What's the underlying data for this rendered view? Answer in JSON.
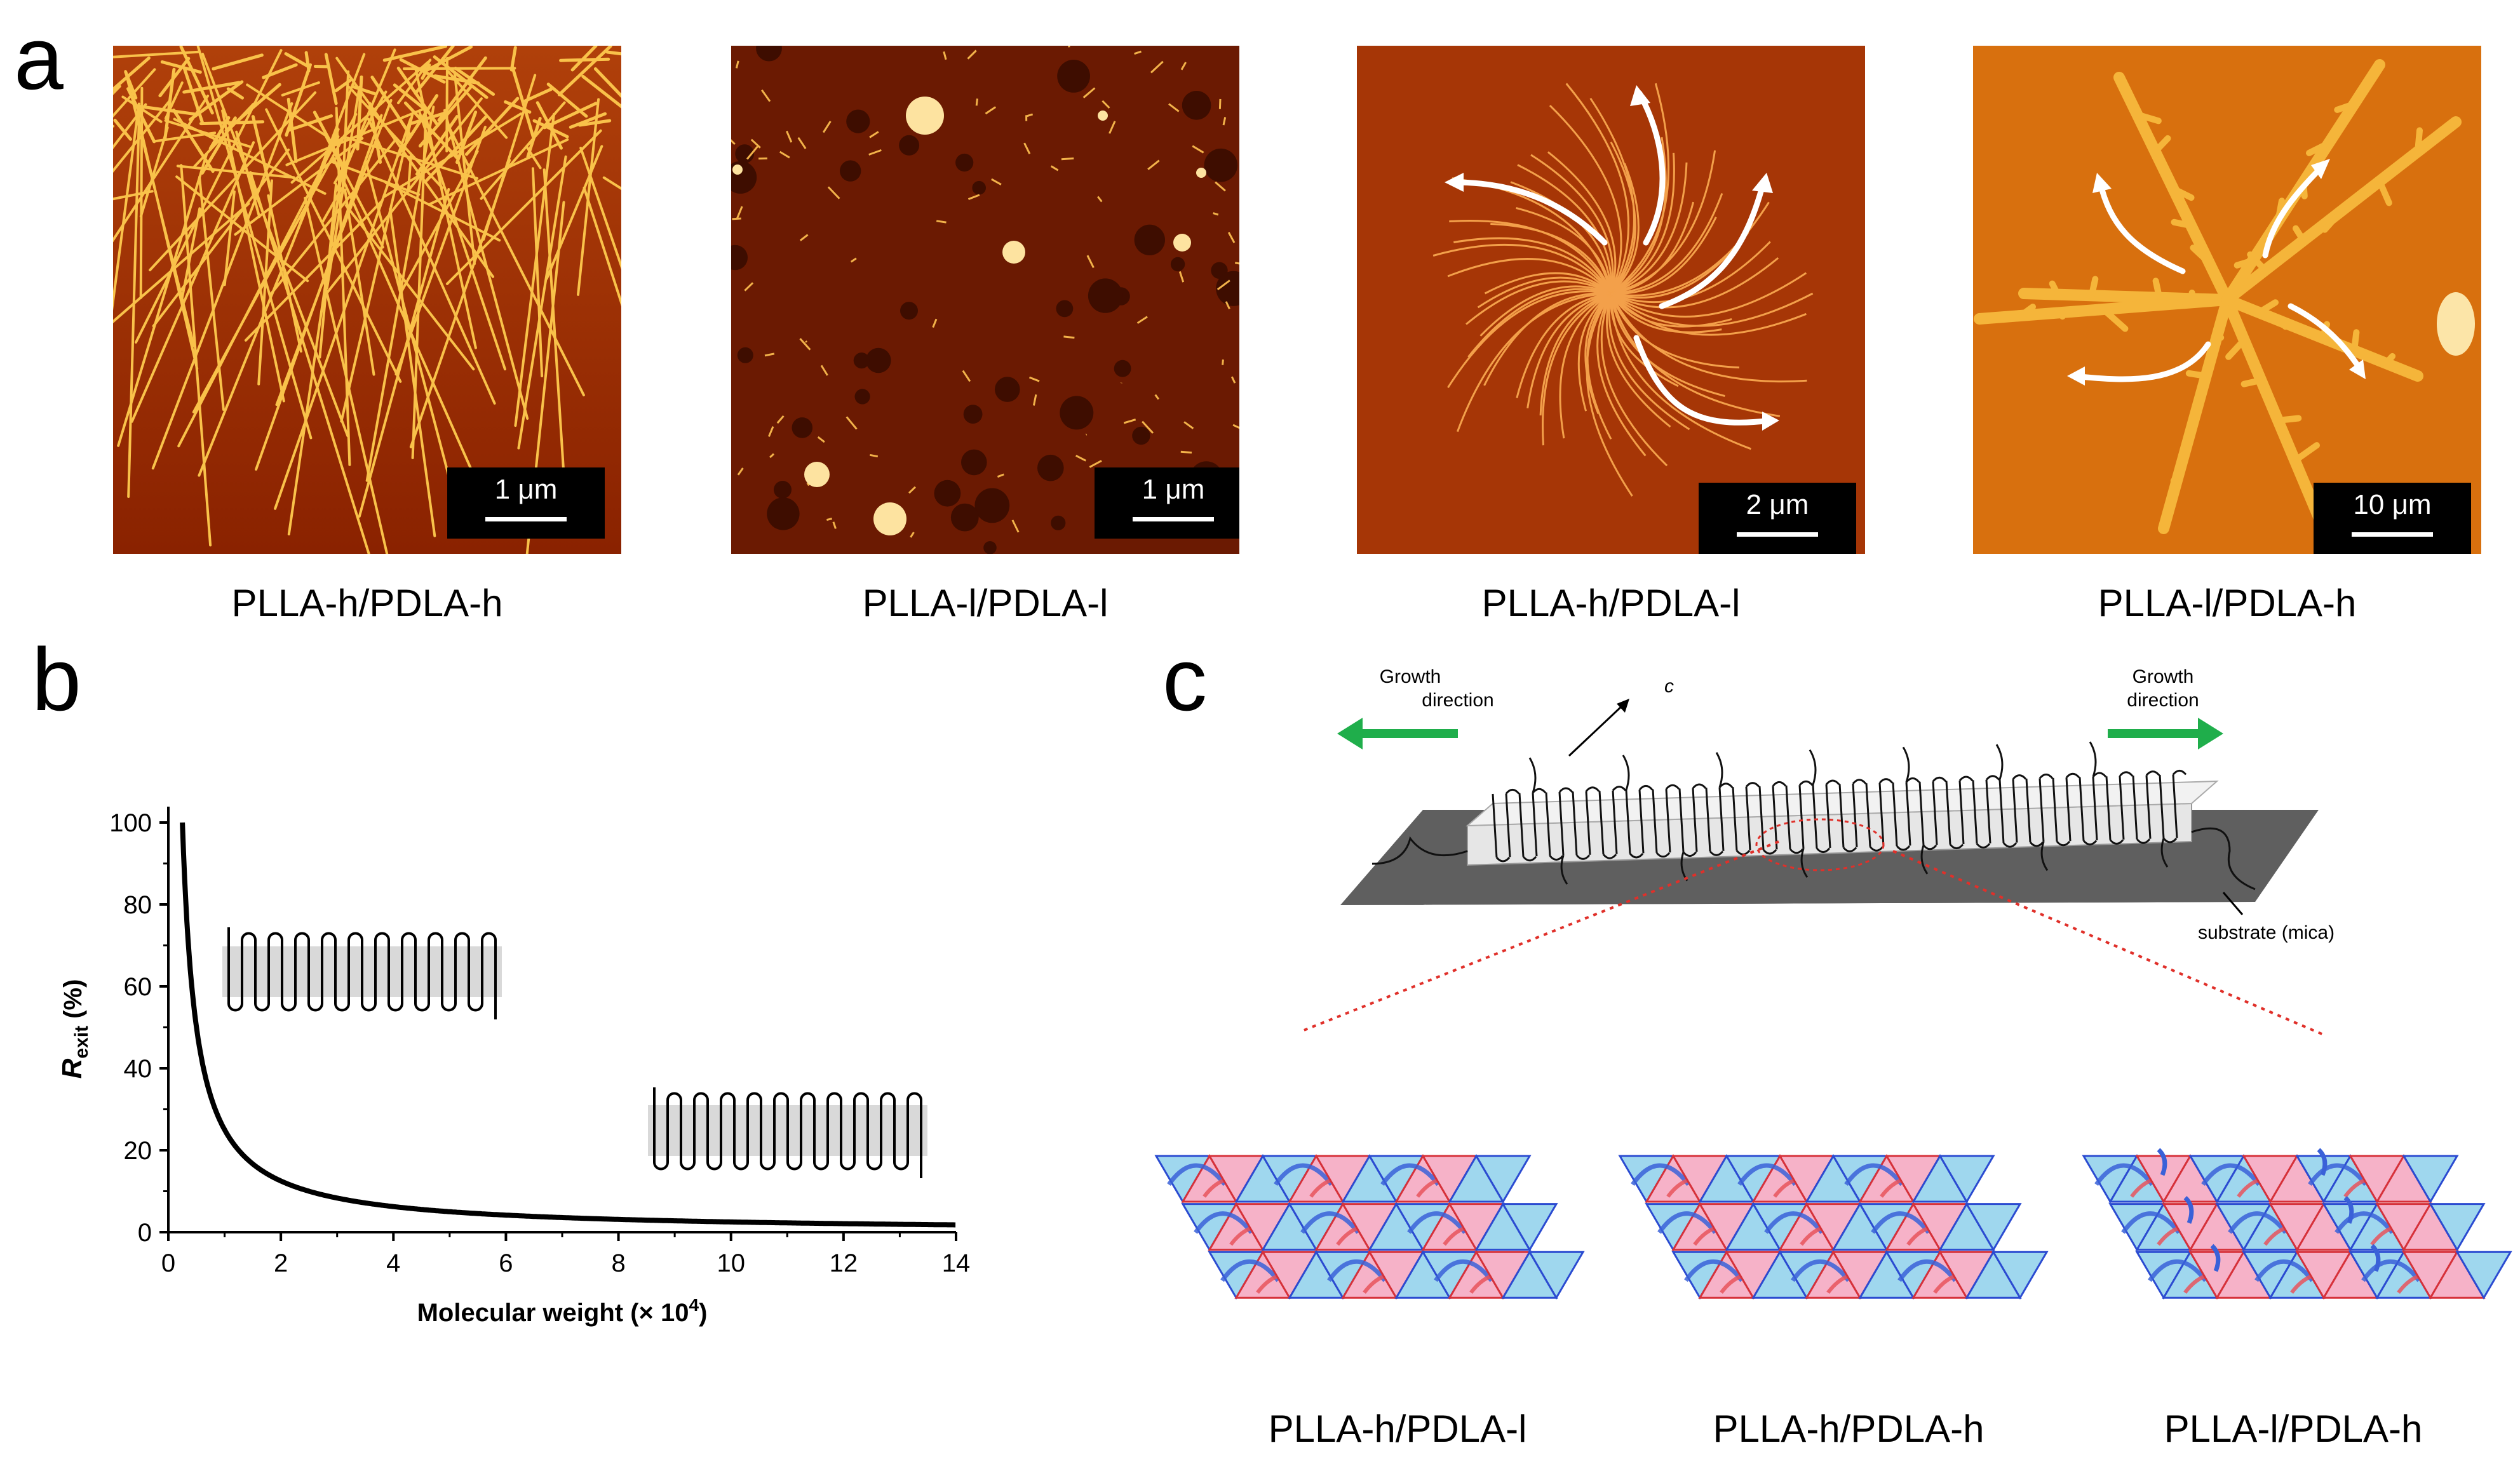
{
  "panels": {
    "a": {
      "letter": "a",
      "images": [
        {
          "scale": "1 μm",
          "caption": "PLLA-h/PDLA-h"
        },
        {
          "scale": "1 μm",
          "caption": "PLLA-l/PDLA-l"
        },
        {
          "scale": "2 μm",
          "caption": "PLLA-h/PDLA-l"
        },
        {
          "scale": "10 μm",
          "caption": "PLLA-l/PDLA-h"
        }
      ]
    },
    "b": {
      "letter": "b",
      "ylabel_main": "R",
      "ylabel_sub": "exit",
      "ylabel_unit": " (%)",
      "xlabel_main": "Molecular weight  (× 10",
      "xlabel_sup": "4",
      "xlabel_close": ")"
    },
    "c": {
      "letter": "c",
      "growth_left": [
        "Growth",
        "direction"
      ],
      "growth_right": [
        "Growth",
        "direction"
      ],
      "axis_c": "c",
      "substrate": "substrate (mica)",
      "lattice_captions": [
        "PLLA-h/PDLA-l",
        "PLLA-h/PDLA-h",
        "PLLA-l/PDLA-h"
      ]
    }
  },
  "chart_data": {
    "type": "line",
    "title": "",
    "xlabel": "Molecular weight (× 10^4)",
    "ylabel": "R_exit (%)",
    "xlim": [
      0,
      14
    ],
    "ylim": [
      0,
      100
    ],
    "xticks": [
      0,
      2,
      4,
      6,
      8,
      10,
      12,
      14
    ],
    "yticks": [
      0,
      20,
      40,
      60,
      80,
      100
    ],
    "series": [
      {
        "x": [
          0.25,
          0.3,
          0.4,
          0.5,
          0.6,
          0.8,
          1.0,
          1.25,
          1.5,
          2,
          2.5,
          3,
          4,
          5,
          6,
          7,
          8,
          9,
          10,
          11,
          12,
          13,
          14
        ],
        "y": [
          100,
          83.3,
          62.5,
          50,
          41.7,
          31.3,
          25,
          20,
          16.7,
          12.5,
          10,
          8.3,
          6.3,
          5,
          4.2,
          3.6,
          3.1,
          2.8,
          2.5,
          2.3,
          2.1,
          1.9,
          1.8
        ]
      }
    ],
    "grid": false,
    "legend": "none"
  },
  "colors": {
    "green_arrow": "#1fae4b",
    "blue_triangle": "#9fd7ee",
    "pink_triangle": "#f6b2c8",
    "blue_chain": "#3a61d8",
    "red_chain": "#e8545c",
    "dotted_red": "#e0302a"
  }
}
